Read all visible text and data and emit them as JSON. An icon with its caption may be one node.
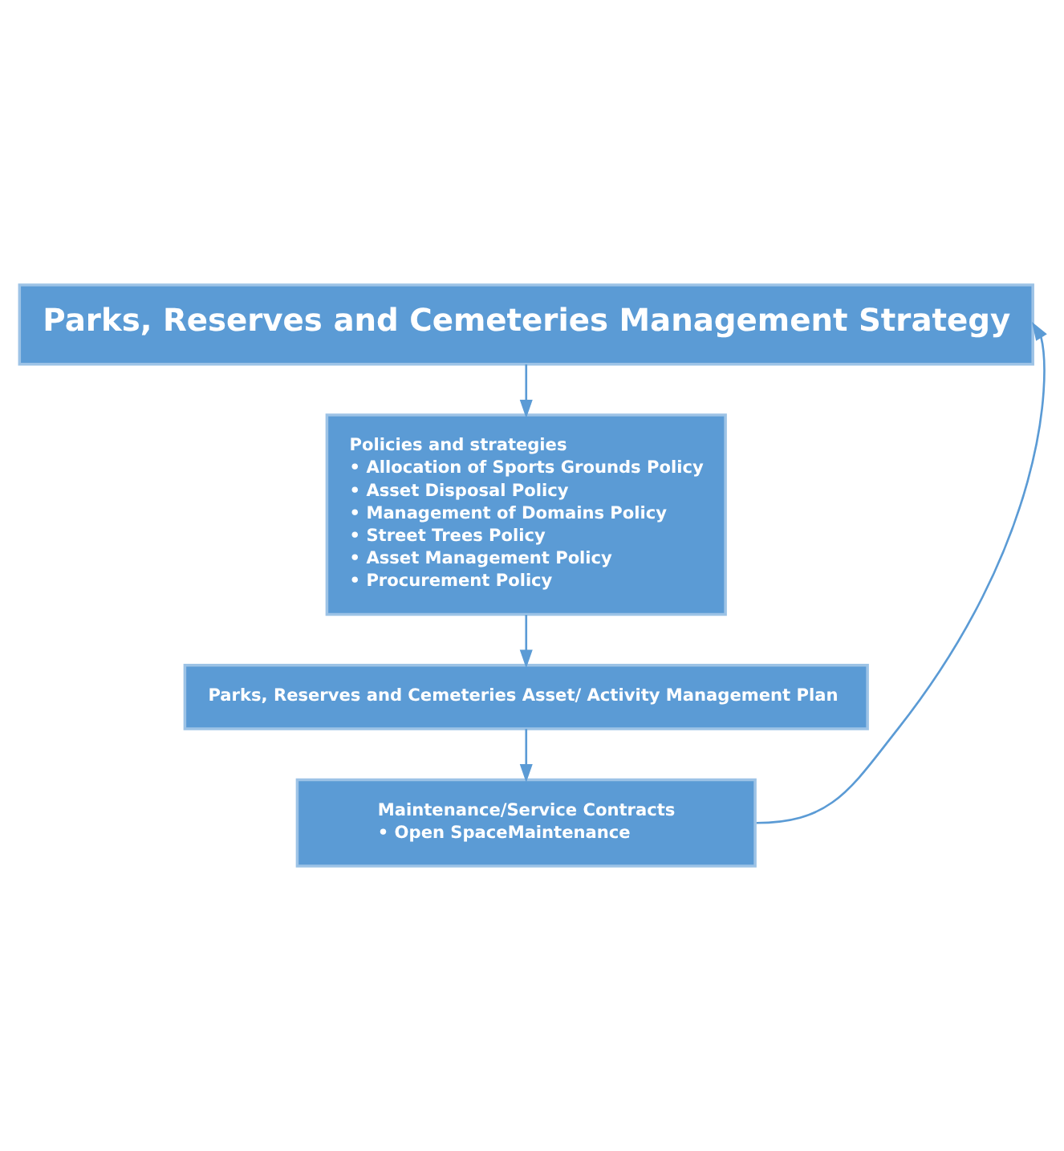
{
  "diagram": {
    "nodes": [
      {
        "text": [
          "Parks, Reserves and Cemeteries Management Strategy"
        ]
      },
      {
        "text": [
          "Policies and strategies",
          "• Allocation of Sports Grounds Policy",
          "• Asset Disposal Policy",
          "• Management of Domains Policy",
          "• Street Trees Policy",
          "• Asset Management Policy",
          "• Procurement Policy"
        ]
      },
      {
        "text": [
          "Parks, Reserves and Cemeteries Asset/ Activity Management Plan"
        ]
      },
      {
        "text": [
          "Maintenance/Service Contracts",
          "• Open SpaceMaintenance"
        ]
      }
    ],
    "edges": [
      {
        "from": 0,
        "to": 1,
        "arrow": "to"
      },
      {
        "from": 1,
        "to": 2,
        "arrow": "to"
      },
      {
        "from": 2,
        "to": 3,
        "arrow": "to"
      },
      {
        "from": 3,
        "to": 0,
        "arrow": "to"
      }
    ]
  }
}
